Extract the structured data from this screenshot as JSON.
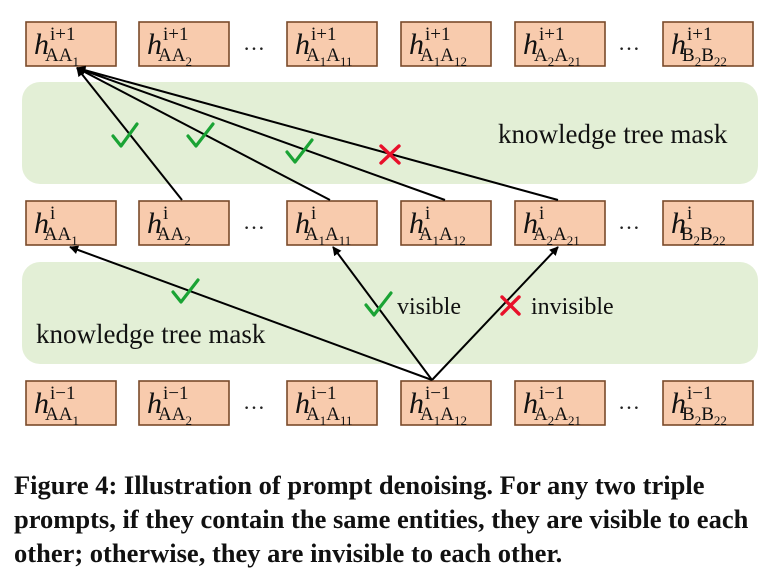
{
  "rows": [
    {
      "id": "top",
      "labels": [
        {
          "sup": "i+1",
          "sub": [
            [
              "AA",
              ""
            ],
            [
              "",
              "1"
            ]
          ]
        },
        {
          "sup": "i+1",
          "sub": [
            [
              "AA",
              ""
            ],
            [
              "",
              "2"
            ]
          ]
        },
        {
          "sup": "i+1",
          "sub": [
            [
              "A",
              ""
            ],
            [
              "",
              "1"
            ],
            [
              "A",
              ""
            ],
            [
              "",
              "11"
            ]
          ]
        },
        {
          "sup": "i+1",
          "sub": [
            [
              "A",
              ""
            ],
            [
              "",
              "1"
            ],
            [
              "A",
              ""
            ],
            [
              "",
              "12"
            ]
          ]
        },
        {
          "sup": "i+1",
          "sub": [
            [
              "A",
              ""
            ],
            [
              "",
              "2"
            ],
            [
              "A",
              ""
            ],
            [
              "",
              "21"
            ]
          ]
        },
        {
          "sup": "i+1",
          "sub": [
            [
              "B",
              ""
            ],
            [
              "",
              "2"
            ],
            [
              "B",
              ""
            ],
            [
              "",
              "22"
            ]
          ]
        }
      ]
    },
    {
      "id": "middle",
      "labels": [
        {
          "sup": "i",
          "sub": [
            [
              "AA",
              ""
            ],
            [
              "",
              "1"
            ]
          ]
        },
        {
          "sup": "i",
          "sub": [
            [
              "AA",
              ""
            ],
            [
              "",
              "2"
            ]
          ]
        },
        {
          "sup": "i",
          "sub": [
            [
              "A",
              ""
            ],
            [
              "",
              "1"
            ],
            [
              "A",
              ""
            ],
            [
              "",
              "11"
            ]
          ]
        },
        {
          "sup": "i",
          "sub": [
            [
              "A",
              ""
            ],
            [
              "",
              "1"
            ],
            [
              "A",
              ""
            ],
            [
              "",
              "12"
            ]
          ]
        },
        {
          "sup": "i",
          "sub": [
            [
              "A",
              ""
            ],
            [
              "",
              "2"
            ],
            [
              "A",
              ""
            ],
            [
              "",
              "21"
            ]
          ]
        },
        {
          "sup": "i",
          "sub": [
            [
              "B",
              ""
            ],
            [
              "",
              "2"
            ],
            [
              "B",
              ""
            ],
            [
              "",
              "22"
            ]
          ]
        }
      ]
    },
    {
      "id": "bottom",
      "labels": [
        {
          "sup": "i−1",
          "sub": [
            [
              "AA",
              ""
            ],
            [
              "",
              "1"
            ]
          ]
        },
        {
          "sup": "i−1",
          "sub": [
            [
              "AA",
              ""
            ],
            [
              "",
              "2"
            ]
          ]
        },
        {
          "sup": "i−1",
          "sub": [
            [
              "A",
              ""
            ],
            [
              "",
              "1"
            ],
            [
              "A",
              ""
            ],
            [
              "",
              "11"
            ]
          ]
        },
        {
          "sup": "i−1",
          "sub": [
            [
              "A",
              ""
            ],
            [
              "",
              "1"
            ],
            [
              "A",
              ""
            ],
            [
              "",
              "12"
            ]
          ]
        },
        {
          "sup": "i−1",
          "sub": [
            [
              "A",
              ""
            ],
            [
              "",
              "2"
            ],
            [
              "A",
              ""
            ],
            [
              "",
              "21"
            ]
          ]
        },
        {
          "sup": "i−1",
          "sub": [
            [
              "B",
              ""
            ],
            [
              "",
              "2"
            ],
            [
              "B",
              ""
            ],
            [
              "",
              "22"
            ]
          ]
        }
      ]
    }
  ],
  "ellipsis": "…",
  "band_top_label": "knowledge tree mask",
  "band_bottom_label": "knowledge tree mask",
  "legend": {
    "visible": "visible",
    "invisible": "invisible"
  },
  "caption": "Figure 4: Illustration of prompt denoising. For any two triple prompts, if they contain the same entities, they are visible to each other; otherwise, they are invisible to each other.",
  "colors": {
    "box_fill": "#f8cbad",
    "band_fill": "#e3efd6",
    "check": "#1aa334",
    "cross": "#e8102a"
  }
}
